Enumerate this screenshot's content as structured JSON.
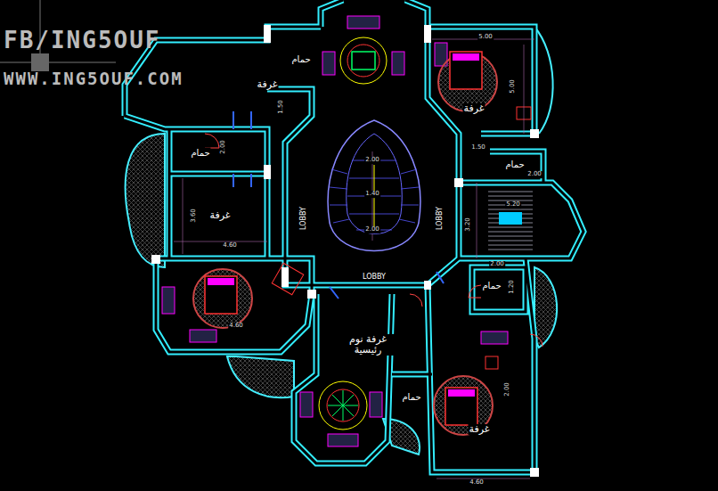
{
  "diagram": {
    "labels": [
      "FB/ING5OUF",
      "WWW.ING5OUF.COM",
      "حمام",
      "غرفة",
      "5.00",
      "5.00",
      "غرفة",
      "1.50",
      "حمام",
      "2.00",
      "2.00",
      "1.40",
      "2.00",
      "1.50",
      "حمام",
      "2.00",
      "LOBBY",
      "LOBBY",
      "غرفة",
      "3.60",
      "4.60",
      "3.20",
      "5.20",
      "LOBBY",
      "2.00",
      "1.20",
      "حمام",
      "4.60",
      "غرفة نوم رئيسية",
      "حمام",
      "2.00",
      "غرفة",
      "4.60"
    ]
  }
}
